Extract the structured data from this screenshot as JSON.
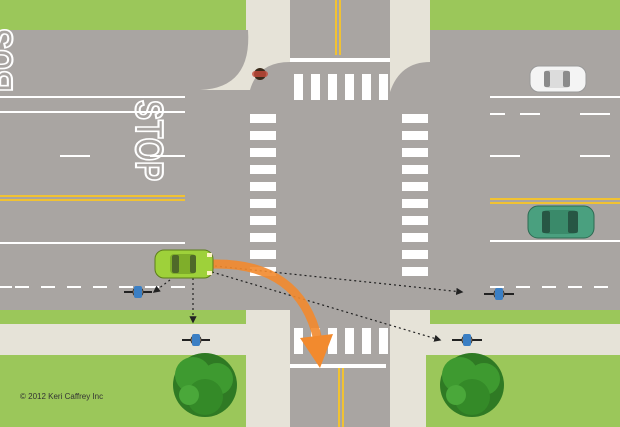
{
  "road_marking": {
    "text_line_1": "BUS",
    "text_line_2": "STOP"
  },
  "credit": {
    "copyright": "© 2012 Keri Caffrey Inc"
  },
  "colors": {
    "grass": "#9bc75a",
    "sidewalk": "#e6e3d8",
    "asphalt": "#a9a5a2",
    "lane_white": "#ffffff",
    "center_yellow": "#f1c232",
    "turn_arrow": "#f28a2e",
    "car_turning": "#9ed13a",
    "car_teal": "#4aa07f",
    "car_white": "#f4f4f4",
    "tree": "#3a8a2a"
  },
  "scene": {
    "turning_vehicle": "car",
    "maneuver": "right-turn",
    "cyclists": 4,
    "pedestrians": 1,
    "trees": 2,
    "parked_cars": 2
  }
}
